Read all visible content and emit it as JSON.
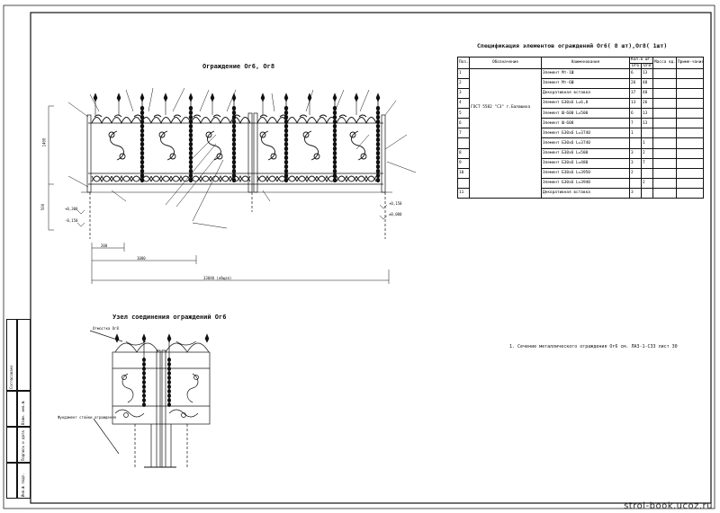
{
  "drawing": {
    "main_title": "Ограждение Ог6, Ог8",
    "node_title": "Узел соединения ограждений Ог6",
    "spec_title": "Спецификация элементов ограждений Ог6( 8 шт),Ог8( 1шт)",
    "note": "1. Сечение металлического ограждения Ог6 см. ЛАЗ-1-СЗ3 лист 30",
    "node_label": "Отмостка Ог8",
    "node_callout": "Фундамент стойки ограждения",
    "dims": {
      "overall": "33040 (общая)",
      "bottom1": "200",
      "bottom2": "1000",
      "height_left": "1400",
      "height_low": "500"
    },
    "levels": [
      "+0,300",
      "-0,150",
      "+0,150",
      "±0,000"
    ]
  },
  "spec": {
    "headers": {
      "pos": "Поз.",
      "designation": "Обозначение",
      "name": "Наименование",
      "qty": "Кол.в шт.",
      "qty_a": "Ог6",
      "qty_b": "Ог8",
      "mass": "Масса ед. кг.",
      "note": "Приме-чание"
    },
    "group_designation": "ГОСТ 5582 \"СЗ\" г.Балашиха",
    "rows": [
      {
        "pos": "1",
        "name": "Элемент Мт-1Ш",
        "a": "6",
        "b": "13"
      },
      {
        "pos": "2",
        "name": "Элемент Мт-6Ш",
        "a": "26",
        "b": "48"
      },
      {
        "pos": "3",
        "name": "Декоративная вставка",
        "a": "37",
        "b": "48"
      },
      {
        "pos": "4",
        "name": "Элемент Б30х6 L=6,8",
        "a": "13",
        "b": "26"
      },
      {
        "pos": "5",
        "name": "Элемент Ш-600 L=500",
        "a": "6",
        "b": "13"
      },
      {
        "pos": "6",
        "name": "Элемент Ш-608",
        "a": "7",
        "b": "13"
      },
      {
        "pos": "7",
        "name": "Элемент Б30х6 L=3740",
        "a": "1",
        "b": ""
      },
      {
        "pos": "",
        "name": "Элемент Б30х6 L=3740",
        "a": "",
        "b": "1"
      },
      {
        "pos": "8",
        "name": "Элемент Б30х6 L=500",
        "a": "3",
        "b": "2"
      },
      {
        "pos": "9",
        "name": "Элемент Б30х6 L=480",
        "a": "3",
        "b": "7"
      },
      {
        "pos": "10",
        "name": "Элемент Б30х6 L=3950",
        "a": "2",
        "b": ""
      },
      {
        "pos": "",
        "name": "Элемент Б30х6 L=3940",
        "a": "",
        "b": "2"
      },
      {
        "pos": "11",
        "name": "Декоративная вставка",
        "a": "3",
        "b": ""
      }
    ]
  },
  "stamp": {
    "labels": [
      "Согласовано",
      "Взам. инв.№",
      "Подпись и дата",
      "Инв.№ подл."
    ]
  },
  "watermark": "stroi-book.ucoz.ru"
}
